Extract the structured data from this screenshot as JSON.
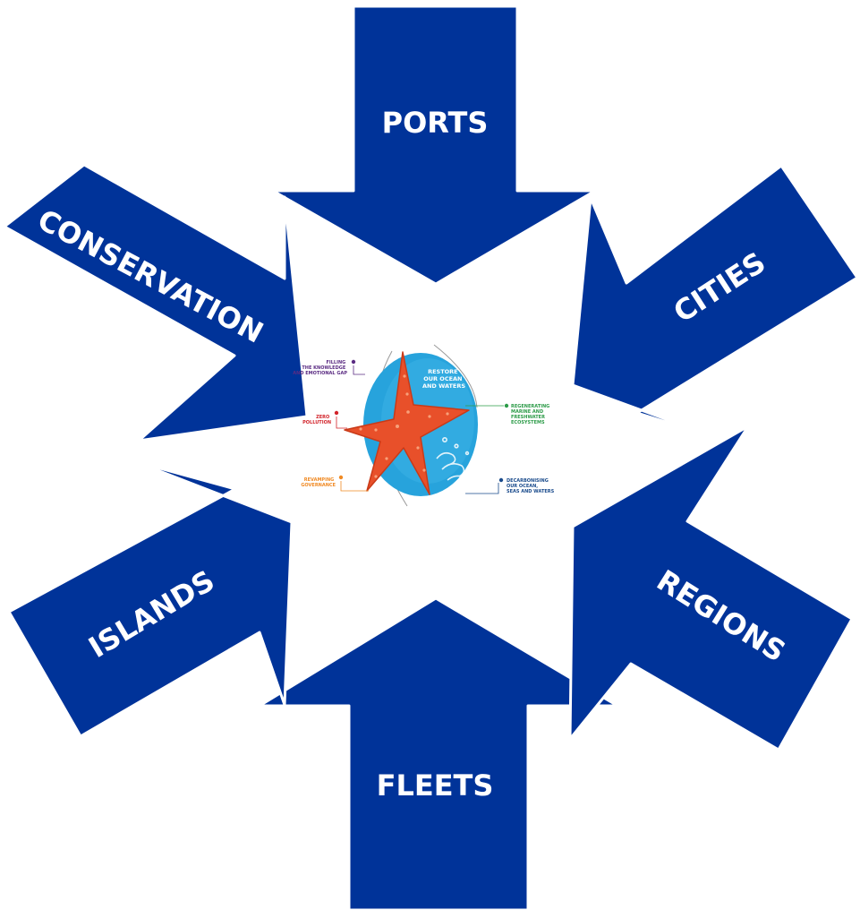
{
  "colors": {
    "arrow": "#003399",
    "outline": "#ffffff",
    "ocean": "#27a3dc",
    "starfish": "#e8502a",
    "purple": "#5b2c83",
    "green": "#2c9b48",
    "red": "#d2232a",
    "orange": "#f08a24",
    "navy": "#1a4b8c"
  },
  "arrows": {
    "ports": "PORTS",
    "cities": "CITIES",
    "regions": "REGIONS",
    "fleets": "FLEETS",
    "islands": "ISLANDS",
    "conservation": "CONSERVATION"
  },
  "center": {
    "title": [
      "RESTORE",
      "OUR OCEAN",
      "AND WATERS"
    ],
    "objectives": {
      "knowledge": [
        "FILLING",
        "THE KNOWLEDGE",
        "AND EMOTIONAL GAP"
      ],
      "pollution": [
        "ZERO",
        "POLLUTION"
      ],
      "governance": [
        "REVAMPING",
        "GOVERNANCE"
      ],
      "ecosystems": [
        "REGENERATING",
        "MARINE AND",
        "FRESHWATER",
        "ECOSYSTEMS"
      ],
      "decarbonising": [
        "DECARBONISING",
        "OUR OCEAN,",
        "SEAS AND WATERS"
      ]
    }
  }
}
